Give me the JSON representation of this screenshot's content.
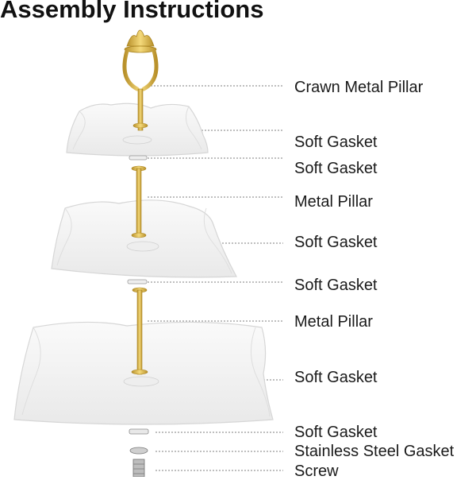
{
  "title": "Assembly Instructions",
  "parts": [
    "Crawn Metal Pillar",
    "Soft Gasket",
    "Soft Gasket",
    "Metal Pillar",
    "Soft Gasket",
    "Soft Gasket",
    "Metal Pillar",
    "Soft Gasket",
    "Soft Gasket",
    "Stainless Steel Gasket",
    "Screw"
  ],
  "colors": {
    "gold": "#d9b44a",
    "plate": "#f3f3f3",
    "plate_edge": "#dcdcdc",
    "leader": "#555555"
  }
}
